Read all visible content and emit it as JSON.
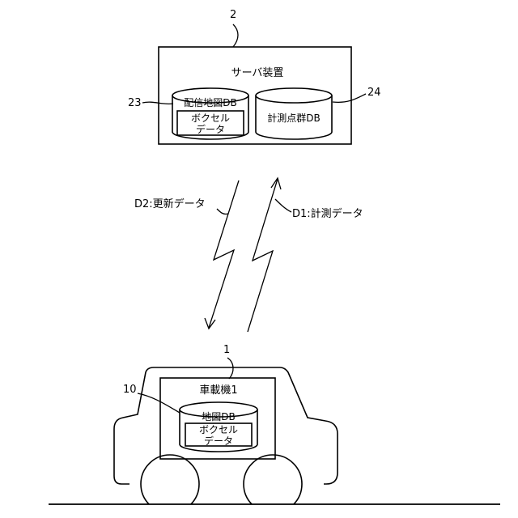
{
  "server": {
    "ref": "2",
    "label": "サーバ装置",
    "db_left": {
      "ref": "23",
      "label": "配信地図DB",
      "inner": [
        "ボクセル",
        "データ"
      ]
    },
    "db_right": {
      "ref": "24",
      "label": "計測点群DB"
    }
  },
  "signals": {
    "d2": "D2:更新データ",
    "d1": "D1:計測データ"
  },
  "vehicle": {
    "ref": "1",
    "device_label": "車載機1",
    "db": {
      "ref": "10",
      "label": "地図DB",
      "inner": [
        "ボクセル",
        "データ"
      ]
    }
  }
}
